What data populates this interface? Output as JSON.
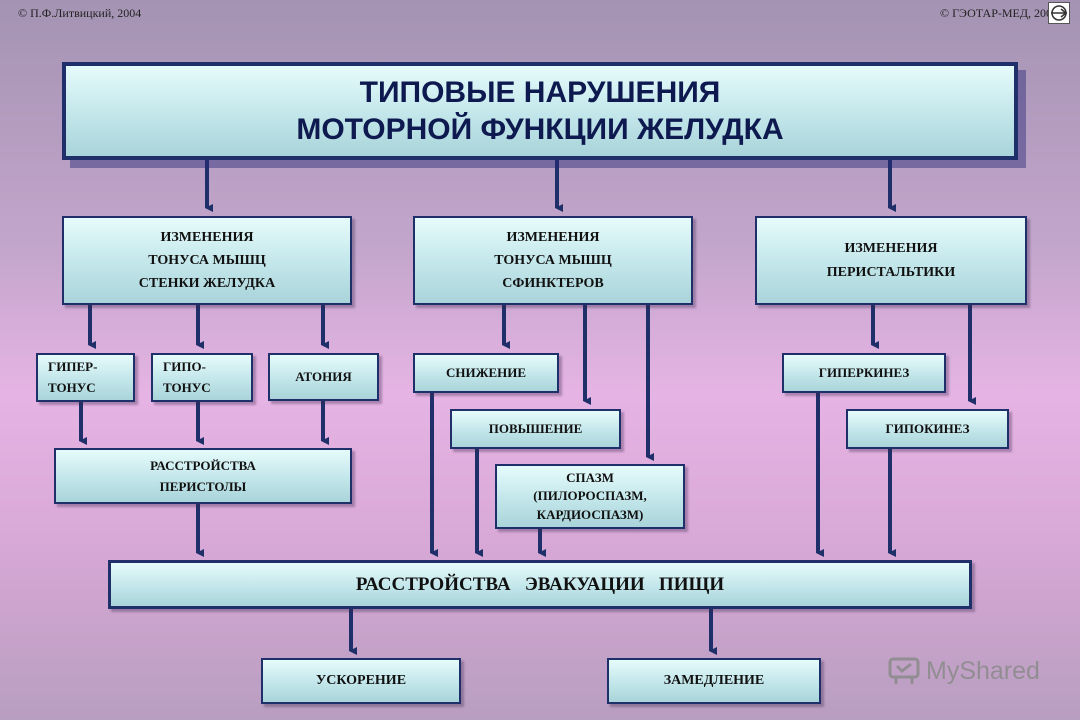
{
  "header": {
    "copyright_left": "© П.Ф.Литвицкий,  2004",
    "copyright_right": "© ГЭОТАР-МЕД,  2004"
  },
  "title": "ТИПОВЫЕ  НАРУШЕНИЯ\nМОТОРНОЙ  ФУНКЦИИ  ЖЕЛУДКА",
  "categories": {
    "wall_tone": "ИЗМЕНЕНИЯ\nТОНУСА МЫШЦ\nСТЕНКИ ЖЕЛУДКА",
    "sphincter_tone": "ИЗМЕНЕНИЯ\nТОНУСА МЫШЦ\nСФИНКТЕРОВ",
    "peristalsis": "ИЗМЕНЕНИЯ\nПЕРИСТАЛЬТИКИ"
  },
  "items": {
    "hypertonus": "ГИПЕР-\nТОНУС",
    "hypotonus": "ГИПО-\nТОНУС",
    "atony": "АТОНИЯ",
    "decrease": "СНИЖЕНИЕ",
    "increase": "ПОВЫШЕНИЕ",
    "spasm": "СПАЗМ\n(ПИЛОРОСПАЗМ,\nКАРДИОСПАЗМ)",
    "hyperkinesis": "ГИПЕРКИНЕЗ",
    "hypokinesis": "ГИПОКИНЕЗ",
    "peristole": "РАССТРОЙСТВА\nПЕРИСТОЛЫ"
  },
  "evacuation": "РАССТРОЙСТВА   ЭВАКУАЦИИ   ПИЩИ",
  "outcomes": {
    "acceleration": "УСКОРЕНИЕ",
    "deceleration": "ЗАМЕДЛЕНИЕ"
  },
  "watermark": "MyShared",
  "colors": {
    "box_fill": "#c2e6ea",
    "border": "#1e2f6a",
    "arrow": "#1e2f6a",
    "title_text": "#0e1a4f"
  }
}
